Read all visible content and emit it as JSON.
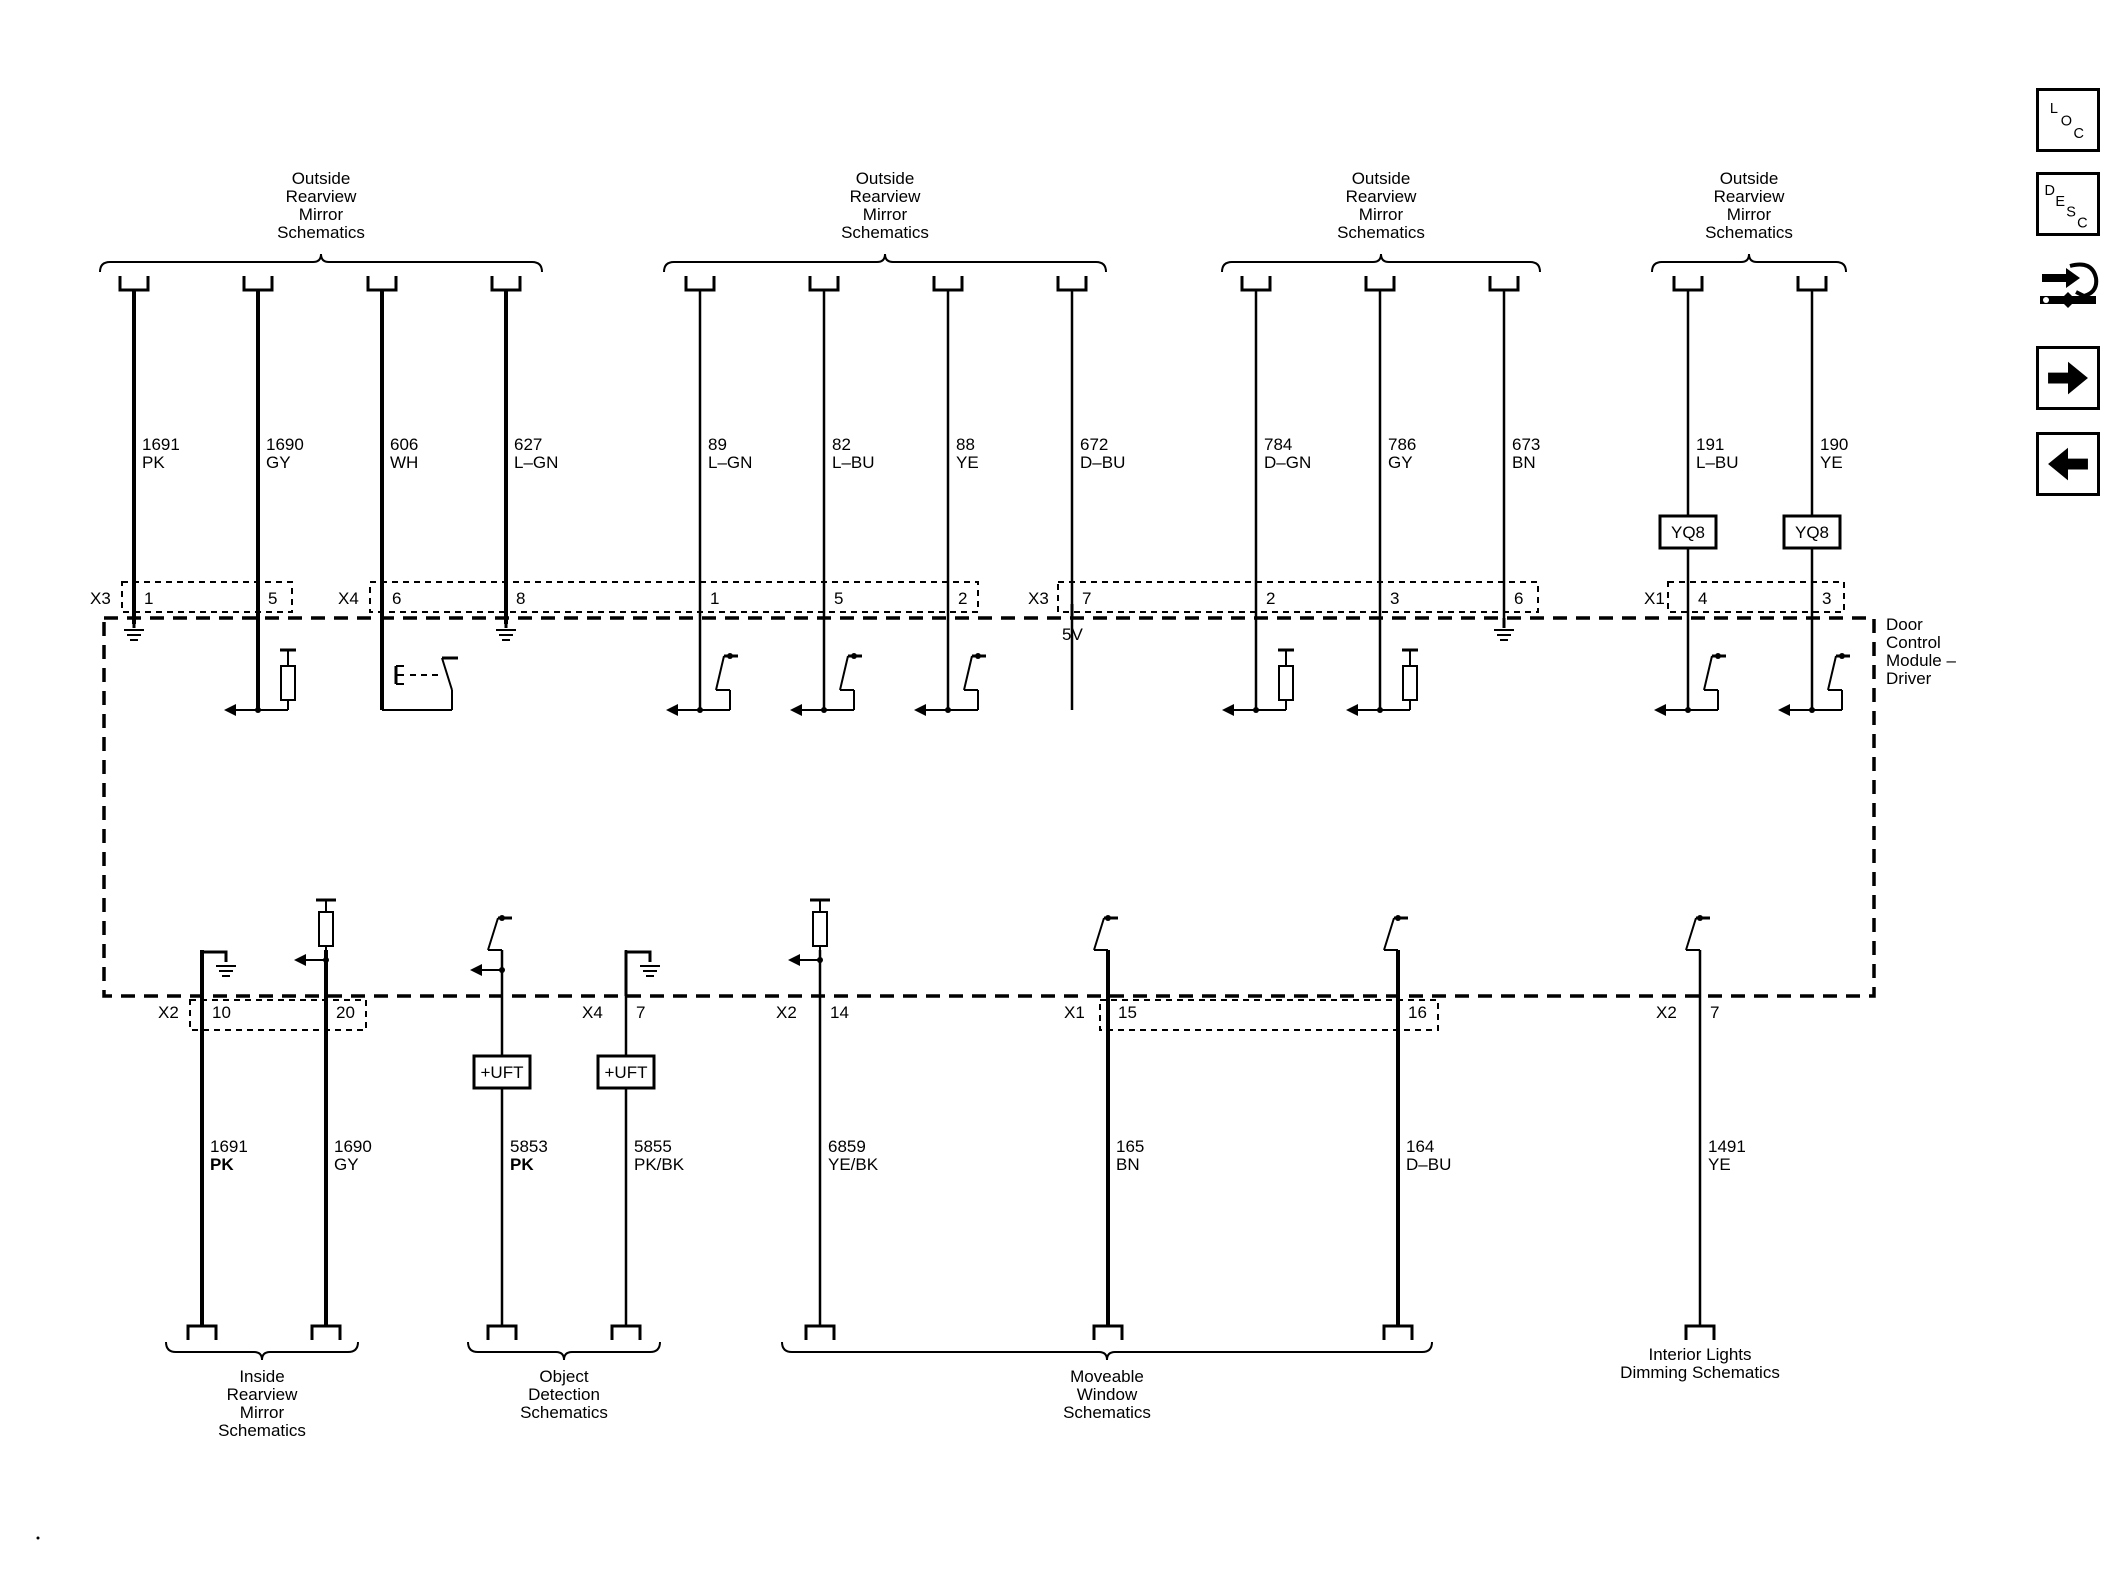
{
  "group_labels": [
    {
      "id": "top-a",
      "lines": [
        "Outside",
        "Rearview",
        "Mirror",
        "Schematics"
      ]
    },
    {
      "id": "top-b",
      "lines": [
        "Outside",
        "Rearview",
        "Mirror",
        "Schematics"
      ]
    },
    {
      "id": "top-c",
      "lines": [
        "Outside",
        "Rearview",
        "Mirror",
        "Schematics"
      ]
    },
    {
      "id": "top-d",
      "lines": [
        "Outside",
        "Rearview",
        "Mirror",
        "Schematics"
      ]
    },
    {
      "id": "bot-a",
      "lines": [
        "Inside",
        "Rearview",
        "Mirror",
        "Schematics"
      ]
    },
    {
      "id": "bot-b",
      "lines": [
        "Object",
        "Detection",
        "Schematics"
      ]
    },
    {
      "id": "bot-c",
      "lines": [
        "Moveable",
        "Window",
        "Schematics"
      ]
    },
    {
      "id": "bot-d",
      "lines": [
        "Interior Lights",
        "Dimming Schematics"
      ]
    }
  ],
  "top_wires": [
    {
      "circuit": "1691",
      "color": "PK",
      "pin": "1",
      "connector": "X3",
      "internal": "ground"
    },
    {
      "circuit": "1690",
      "color": "GY",
      "pin": "5",
      "connector": "",
      "internal": "resistor"
    },
    {
      "circuit": "606",
      "color": "WH",
      "pin": "6",
      "connector": "X4",
      "internal": "electronic-switch"
    },
    {
      "circuit": "627",
      "color": "L–GN",
      "pin": "8",
      "connector": "",
      "internal": "ground"
    },
    {
      "circuit": "89",
      "color": "L–GN",
      "pin": "1",
      "connector": "",
      "internal": "switch"
    },
    {
      "circuit": "82",
      "color": "L–BU",
      "pin": "5",
      "connector": "",
      "internal": "switch"
    },
    {
      "circuit": "88",
      "color": "YE",
      "pin": "2",
      "connector": "",
      "internal": "switch"
    },
    {
      "circuit": "672",
      "color": "D–BU",
      "pin": "7",
      "connector": "X3",
      "internal": "5v"
    },
    {
      "circuit": "784",
      "color": "D–GN",
      "pin": "2",
      "connector": "",
      "internal": "resistor"
    },
    {
      "circuit": "786",
      "color": "GY",
      "pin": "3",
      "connector": "",
      "internal": "resistor"
    },
    {
      "circuit": "673",
      "color": "BN",
      "pin": "6",
      "connector": "",
      "internal": "ground"
    },
    {
      "circuit": "191",
      "color": "L–BU",
      "pin": "4",
      "connector": "X1",
      "internal": "switch",
      "option": "YQ8"
    },
    {
      "circuit": "190",
      "color": "YE",
      "pin": "3",
      "connector": "",
      "internal": "switch",
      "option": "YQ8"
    }
  ],
  "bottom_wires": [
    {
      "circuit": "1691",
      "color": "PK",
      "pin": "10",
      "connector": "X2",
      "internal": "ground"
    },
    {
      "circuit": "1690",
      "color": "GY",
      "pin": "20",
      "connector": "",
      "internal": "resistor"
    },
    {
      "circuit": "5853",
      "color": "PK",
      "pin": "",
      "connector": "",
      "internal": "switch",
      "option": "+UFT"
    },
    {
      "circuit": "5855",
      "color": "PK/BK",
      "pin": "7",
      "connector": "X4",
      "internal": "ground",
      "option": "+UFT"
    },
    {
      "circuit": "6859",
      "color": "YE/BK",
      "pin": "14",
      "connector": "X2",
      "internal": "resistor"
    },
    {
      "circuit": "165",
      "color": "BN",
      "pin": "15",
      "connector": "X1",
      "internal": "switch"
    },
    {
      "circuit": "164",
      "color": "D–BU",
      "pin": "16",
      "connector": "",
      "internal": "switch"
    },
    {
      "circuit": "1491",
      "color": "YE",
      "pin": "7",
      "connector": "X2",
      "internal": "switch"
    }
  ],
  "voltage_label": "5V",
  "module_name": [
    "Door",
    "Control",
    "Module –",
    "Driver"
  ],
  "nav": {
    "loc": {
      "l1": "L",
      "l2": "O",
      "l3": "C"
    },
    "desc": {
      "l1": "D",
      "l2": "E",
      "l3": "S",
      "l4": "C"
    },
    "icons": [
      "connector-end-view-icon",
      "arrow-right-icon",
      "arrow-left-icon"
    ]
  }
}
